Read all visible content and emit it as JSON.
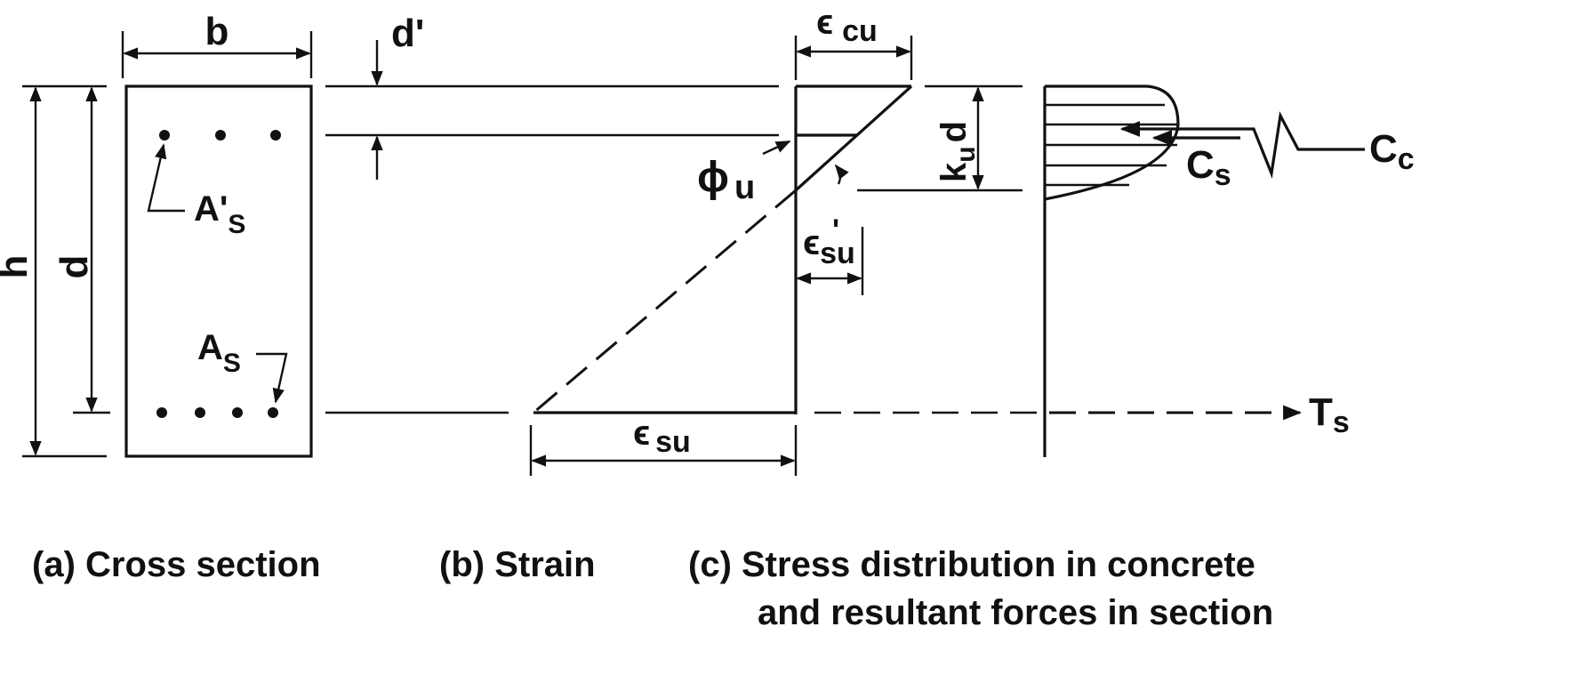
{
  "labels": {
    "b": "b",
    "d_prime": "d'",
    "h": "h",
    "d": "d",
    "As_prime_main": "A'",
    "As_prime_sub": "S",
    "As_main": "A",
    "As_sub": "S",
    "eps_cu_sym": "ϵ",
    "eps_cu_sub": "cu",
    "phi_sym": "ϕ",
    "phi_sub": "u",
    "eps_su_prime_sym": "ϵ",
    "eps_su_prime_sub": "su",
    "eps_su_prime_mark": "'",
    "eps_su_sym": "ϵ",
    "eps_su_sub": "su",
    "ku_d": "k",
    "ku_sub": "u",
    "ku_d_tail": "d",
    "Cc_main": "C",
    "Cc_sub": "c",
    "Cs_main": "C",
    "Cs_sub": "s",
    "Ts_main": "T",
    "Ts_sub": "s"
  },
  "captions": {
    "a": "(a) Cross section",
    "b": "(b) Strain",
    "c_line1": "(c) Stress distribution in concrete",
    "c_line2": "and resultant forces in section"
  }
}
